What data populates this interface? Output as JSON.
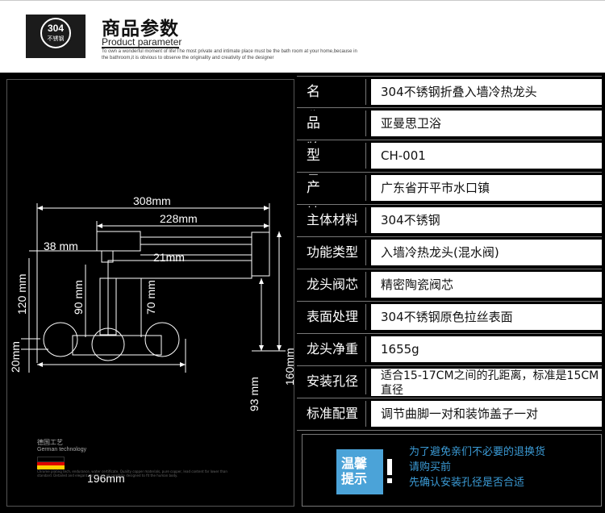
{
  "header": {
    "badge_number": "304",
    "badge_sub": "不锈钢",
    "title": "商品参数",
    "subtitle": "Product parameter",
    "description": "To own a wonderful moment of life!The most private and intimate place must be the bath room at your home,because in the bathroom,it is obvious to observe the originality and creativity of the designer"
  },
  "diagram": {
    "dims": {
      "d308": "308mm",
      "d228": "228mm",
      "d38": "38 mm",
      "d21": "21mm",
      "d120": "120 mm",
      "d90": "90 mm",
      "d70": "70 mm",
      "d93": "93 mm",
      "d160": "160mm",
      "d20": "20mm",
      "d196": "196mm"
    }
  },
  "specs": [
    {
      "label": "名　称",
      "value": "304不锈钢折叠入墙冷热龙头",
      "wide": true
    },
    {
      "label": "品　牌",
      "value": "亚曼思卫浴",
      "wide": true
    },
    {
      "label": "型　号",
      "value": "CH-001",
      "wide": true
    },
    {
      "label": "产　地",
      "value": "广东省开平市水口镇",
      "wide": true
    },
    {
      "label": "主体材料",
      "value": "304不锈钢",
      "wide": false
    },
    {
      "label": "功能类型",
      "value": "入墙冷热龙头(混水阀)",
      "wide": false
    },
    {
      "label": "龙头阀芯",
      "value": "精密陶瓷阀芯",
      "wide": false
    },
    {
      "label": "表面处理",
      "value": "304不锈钢原色拉丝表面",
      "wide": false
    },
    {
      "label": "龙头净重",
      "value": "1655g",
      "wide": false
    },
    {
      "label": "安装孔径",
      "value": "适合15-17CM之间的孔距离，标准是15CM直径",
      "wide": false
    },
    {
      "label": "标准配置",
      "value": "调节曲脚一对和装饰盖子一对",
      "wide": false
    }
  ],
  "german": {
    "cn": "德国工艺",
    "en": "German technology",
    "fine": "Chrome plating tech, endurance, water certificate. Quality copper materials, pure copper, lead content far lower than standard. Detailed and elegant curves are all carefully designed to fit the human body."
  },
  "tip": {
    "badge_line1": "温馨",
    "badge_line2": "提示",
    "lines": [
      "为了避免亲们不必要的退换货",
      "请购买前",
      "先确认安装孔径是否合适"
    ]
  },
  "colors": {
    "panel": "#000000",
    "tip_blue": "#4ba3d8",
    "value_bg": "#ffffff"
  }
}
